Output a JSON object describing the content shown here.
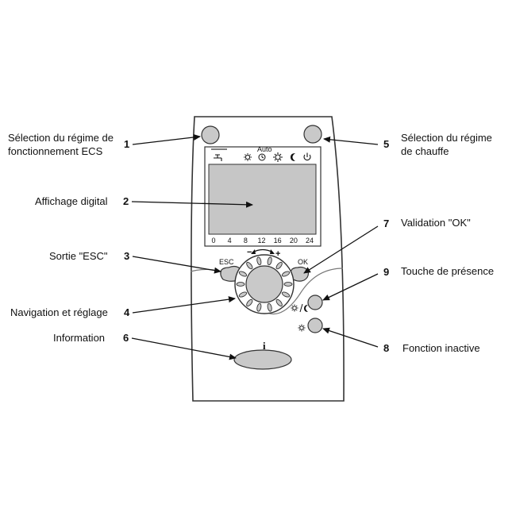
{
  "labels": {
    "l1": "Sélection du régime de",
    "l1b": "fonctionnement ECS",
    "l2": "Affichage digital",
    "l3": "Sortie \"ESC\"",
    "l4": "Navigation et réglage",
    "l5": "Sélection du régime",
    "l5b": "de chauffe",
    "l6": "Information",
    "l7": "Validation \"OK\"",
    "l8": "Fonction inactive",
    "l9": "Touche de présence"
  },
  "numbers": {
    "n1": "1",
    "n2": "2",
    "n3": "3",
    "n4": "4",
    "n5": "5",
    "n6": "6",
    "n7": "7",
    "n8": "8",
    "n9": "9"
  },
  "device": {
    "auto_label": "Auto",
    "esc_label": "ESC",
    "ok_label": "OK",
    "minus": "−",
    "plus": "+",
    "info_glyph": "i",
    "ticks": [
      "0",
      "4",
      "8",
      "12",
      "16",
      "20",
      "24"
    ]
  },
  "icons": [
    "tap-icon",
    "sun-icon",
    "auto-clock-icon",
    "sun-bright-icon",
    "moon-icon",
    "power-icon"
  ],
  "colors": {
    "button_fill": "#c9c9c9",
    "screen_fill": "#c6c6c6",
    "line": "#222222"
  }
}
